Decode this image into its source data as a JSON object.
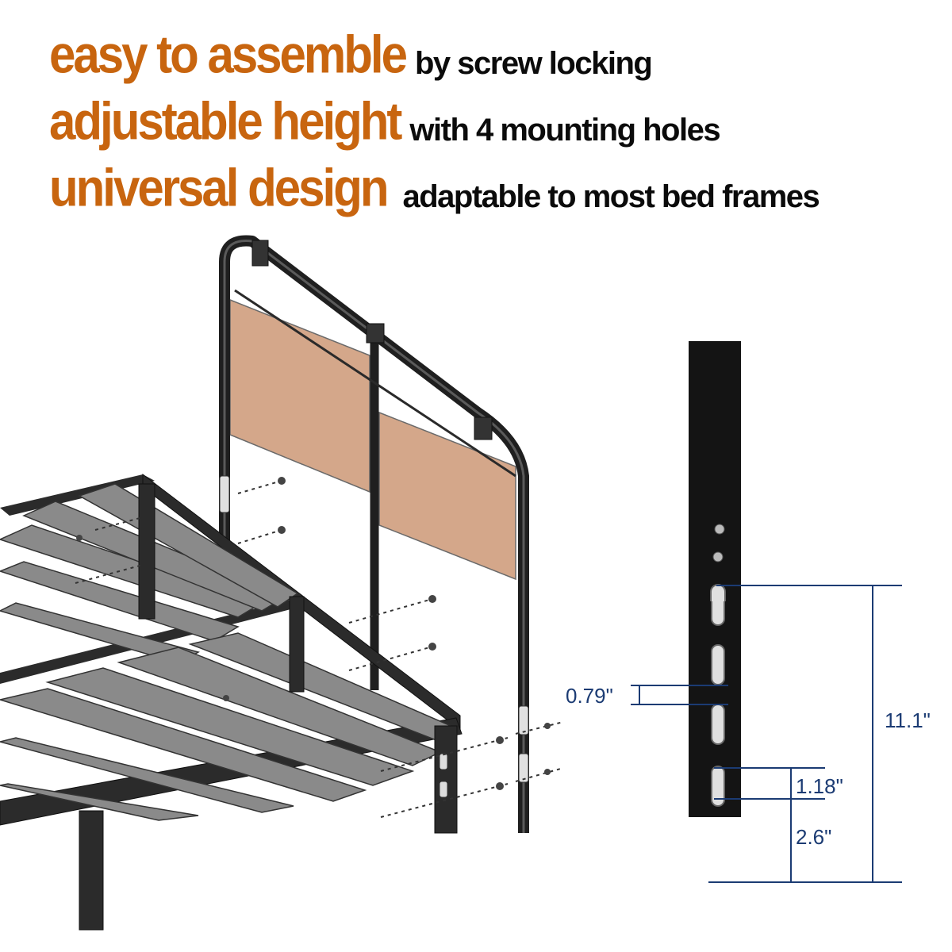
{
  "headlines": [
    {
      "feature": "easy to assemble",
      "detail": "by screw locking"
    },
    {
      "feature": "adjustable height",
      "detail": "with 4 mounting holes"
    },
    {
      "feature": "universal design",
      "detail": "adaptable to most bed frames"
    }
  ],
  "dimensions": {
    "hole_spacing": "0.79\"",
    "total_length": "11.1\"",
    "hole_height": "1.18\"",
    "bottom_offset": "2.6\""
  },
  "colors": {
    "feature_text": "#c8650f",
    "detail_text": "#0b0b0b",
    "dimension_text": "#1b3b73",
    "wood_panel": "#d4a78a",
    "metal": "#1f1f1f",
    "slat": "#8a8a8a"
  }
}
